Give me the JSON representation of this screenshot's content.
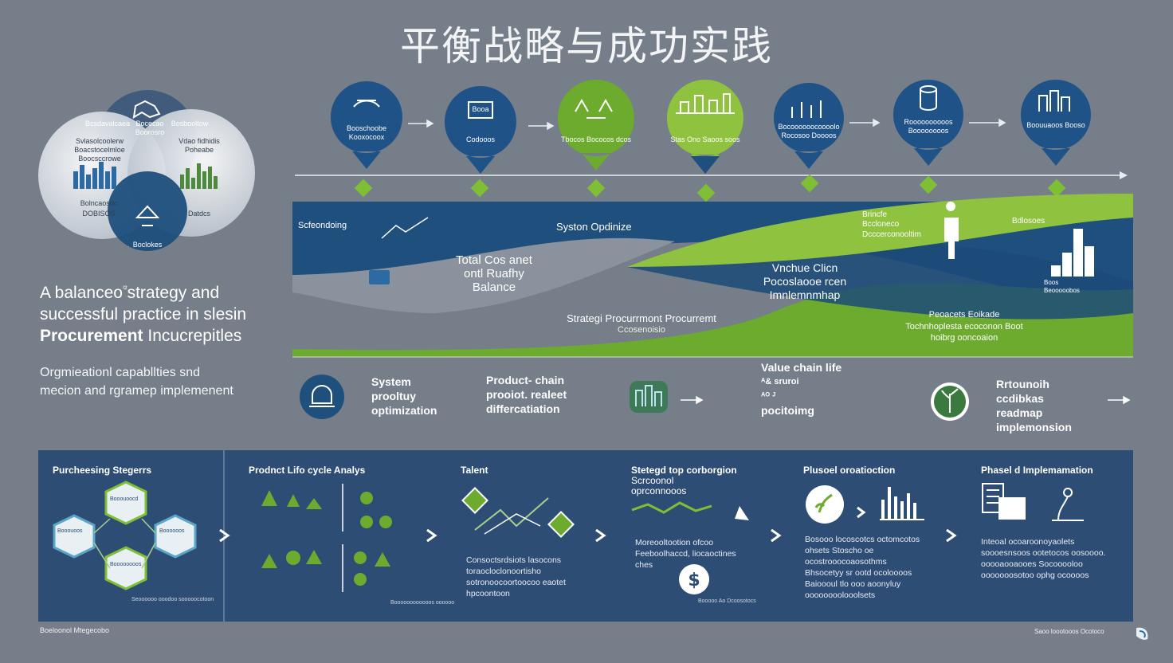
{
  "title": "平衡战略与成功实践",
  "colors": {
    "background": "#757e89",
    "navy": "#1f4f7d",
    "green": "#6cab2e",
    "light_green": "#8fc23e",
    "panel": "#2e4d74"
  },
  "venn": {
    "left_top": "Bcsdavalcaea",
    "left_mid_1": "Svlasolcoolerw",
    "left_mid_2": "Boacstocelmloe",
    "left_mid_3": "Boocsccrowe",
    "left_bottom_1": "Bolncaosdc",
    "left_bottom_2": "DOBISOS",
    "center_top": "Bocecao",
    "center_top_2": "Boorosro",
    "right_top": "Bosbooltow",
    "right_mid_1": "Vdao fidhidis",
    "right_mid_2": "Poheabe",
    "right_bottom": "Datdcs",
    "bottom": "Boclokes"
  },
  "intro": {
    "heading_line1": "A balanceo",
    "heading_mark": "ⁱ²",
    "heading_line1b": "strategy and",
    "heading_line2": "successful practice in slesin",
    "heading_bold": "Procurement",
    "heading_line3": " Incucrepitles",
    "sub": "Orgmieationl capabllties snd mecion and rgramep implemenent"
  },
  "pins": [
    {
      "icon": "handshake-icon",
      "label": "Booschoobe Kooxocoox"
    },
    {
      "icon": "document-icon",
      "label": "Codooos",
      "tag": "Booa"
    },
    {
      "icon": "trees-icon",
      "label": "Tbocos Bococos dcos"
    },
    {
      "icon": "cityscape-icon",
      "label": "Stas Ono Saoos soos"
    },
    {
      "icon": "people-icon",
      "label": "Bocoooooocoooolo Rocosoo Doooos"
    },
    {
      "icon": "database-icon",
      "label": "Roooooooooos Boooooooos"
    },
    {
      "icon": "buildings-icon",
      "label": "Boouuaoos Booso"
    }
  ],
  "wave": {
    "left_label": "Scfeondoing",
    "system": "Syston Opdinize",
    "total_cost_1": "Total Cos anet",
    "total_cost_2": "ontl Ruafhy",
    "total_cost_3": "Balance",
    "value_chain_1": "Vnchue Clicn",
    "value_chain_2": "Pocoslaooe rcen",
    "value_chain_3": "Imnlemnmhap",
    "strategic_1": "Strategi Procurrmont Procurremt",
    "strategic_2": "Ccosenoisio",
    "right_top_1": "Brincfe",
    "right_top_2": "Bccloneco",
    "right_top_3": "Dcccerconooltim",
    "right_top_4": "Bdlosoes",
    "right_bar_label": "Boos\nBeooooobos",
    "right_low_1": "Peoacets Eoikade",
    "right_low_2": "Tochnhoplesta ecoconon Boot",
    "right_low_3": "hoibrg ooncoaion"
  },
  "middle": [
    {
      "icon": "bell-icon",
      "line1": "System",
      "line2": "prooltuy",
      "line3": "optimization"
    },
    {
      "icon": "",
      "line1": "Product- chain",
      "line2": "prooiot. realeet",
      "line3": "differcatiation"
    },
    {
      "icon": "factory-icon",
      "line1": "",
      "line2": "",
      "line3": ""
    },
    {
      "icon": "",
      "line1": "Value chain life",
      "line2": "ᴬ& sruroi",
      "line3": "ᴬᴼ ᴶ",
      "line4": "pocitoimg"
    },
    {
      "icon": "plant-icon",
      "line1": "Rrtounoih",
      "line2": "ccdibkas",
      "line3": "readmap",
      "line4": "implemonsion"
    }
  ],
  "panels": [
    {
      "title": "Purcheesing Stegerrs",
      "hex_labels": [
        "Booouoocd",
        "Booouoos",
        "Boooooos",
        "Boooooooos"
      ],
      "footnote": "Seoooooo ooodoo sooooocotoon"
    },
    {
      "title": "Prodnct Lifo cycle Analys",
      "footnote": "Boooooooooooos oooooo"
    },
    {
      "title": "Talent",
      "text": "Consoctsrdsiots lasocons toraocloclonoortisho sotronoocoortoocoo eaotet hpcoontoon"
    },
    {
      "title": "Stetegd top corborgion",
      "title_2": "Scrcoonol",
      "title_3": "oprconnooos",
      "text": "Moreooltootion ofcoo Feeboolhaccd, liocaoctines ches",
      "footnote": "Booooo Ao Dcoosotocs"
    },
    {
      "title": "Plusoel oroatioction",
      "text": "Bosooo locoscotcs octomcotos ohsets Stoscho oe ocostrooocoaosothms Bhsocetyy sr ootd ocoloooos Baioooul tlo ooo aoonyluy oooooooolooolsets"
    },
    {
      "title": "Phasel d Implemamation",
      "text": "Inteoal ocoaroonoyaolets soooesnsoos ootetocos oosoooo. ooooaooaooes Socooooloo ooooooosotoo ophg ocoooos"
    }
  ],
  "footer": {
    "left": "Boeloonol Mtegecobo",
    "right": "Saoo loootooos Ocotoco"
  }
}
